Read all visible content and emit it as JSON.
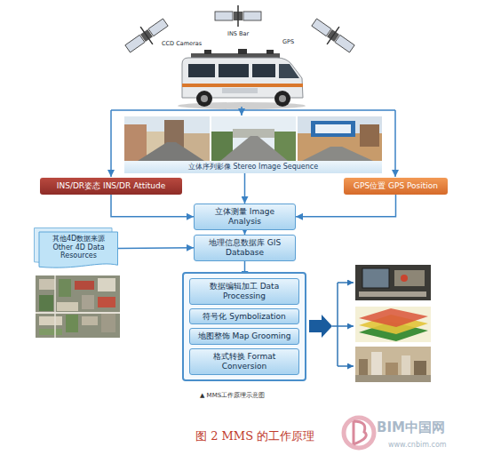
{
  "diagram": {
    "caption": "图 2 MMS 的工作原理",
    "nodes": [
      {
        "text": [
          "立体序列影像 Stereo Image Sequence"
        ]
      },
      {
        "text": [
          "INS/DR姿态 INS/DR Attitude"
        ]
      },
      {
        "text": [
          "GPS位置 GPS Position"
        ]
      },
      {
        "text": [
          "立体测量 Image Analysis"
        ]
      },
      {
        "text": [
          "其他4D数据来源 Other 4D Data Resources"
        ]
      },
      {
        "text": [
          "地理信息数据库 GIS Database"
        ]
      },
      {
        "text": [
          "数据编辑加工 Data Processing"
        ]
      },
      {
        "text": [
          "符号化 Symbolization"
        ]
      },
      {
        "text": [
          "地图整饰 Map Grooming"
        ]
      },
      {
        "text": [
          "格式转换 Format Conversion"
        ]
      }
    ],
    "edges": [
      {
        "from": 0,
        "to": 3,
        "arrow": "to"
      },
      {
        "from": 1,
        "to": 3,
        "arrow": "to"
      },
      {
        "from": 2,
        "to": 3,
        "arrow": "to"
      },
      {
        "from": 3,
        "to": 5,
        "arrow": "to"
      },
      {
        "from": 4,
        "to": 5,
        "arrow": "to"
      },
      {
        "from": 5,
        "to": 6,
        "arrow": "to"
      }
    ],
    "labels": [
      "CCD Cameras",
      "INS Bar",
      "GPS",
      "▲ MMS工作原理示意图",
      "BIM中国网",
      "www.cnbim.com"
    ]
  }
}
